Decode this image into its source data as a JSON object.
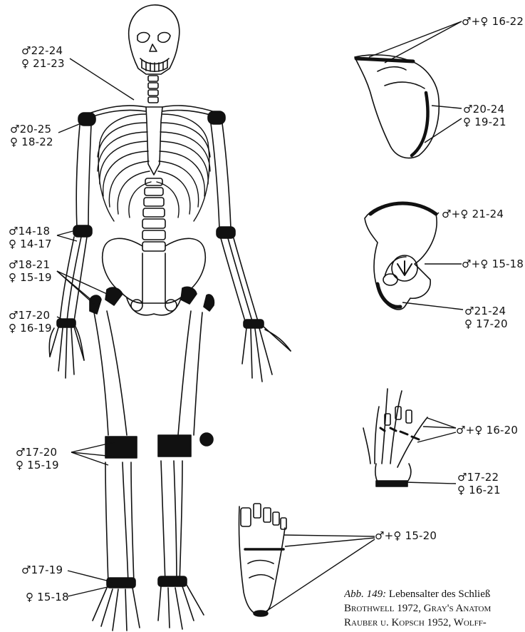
{
  "labels": {
    "clavicle": [
      "♂22-24",
      "♀ 21-23"
    ],
    "shoulder": [
      "♂20-25",
      "♀ 18-22"
    ],
    "elbow": [
      "♂14-18",
      "♀ 14-17"
    ],
    "hip": [
      "♂18-21",
      "♀ 15-19"
    ],
    "wrist": [
      "♂17-20",
      "♀ 16-19"
    ],
    "knee": [
      "♂17-20",
      "♀ 15-19"
    ],
    "ankle_m": "♂17-19",
    "ankle_f": "♀ 15-18",
    "scapula_top": "♂+♀ 16-22",
    "scapula_border": [
      "♂20-24",
      "♀ 19-21"
    ],
    "iliac_crest": "♂+♀ 21-24",
    "acetabulum": "♂+♀ 15-18",
    "ischium": [
      "♂21-24",
      "♀ 17-20"
    ],
    "phalanges_hand": "♂+♀ 16-20",
    "radius_distal": [
      "♂17-22",
      "♀ 16-21"
    ],
    "foot": "♂+♀ 15-20"
  },
  "caption": {
    "line1_italic": "Abb. 149:",
    "line1_rest": " Lebensalter des Schließ",
    "line2": "Brothwell 1972, Gray's Anatom",
    "line3": "Rauber u. Kopsch 1952, Wolff-"
  },
  "colors": {
    "ink": "#111111",
    "paper": "#ffffff"
  }
}
